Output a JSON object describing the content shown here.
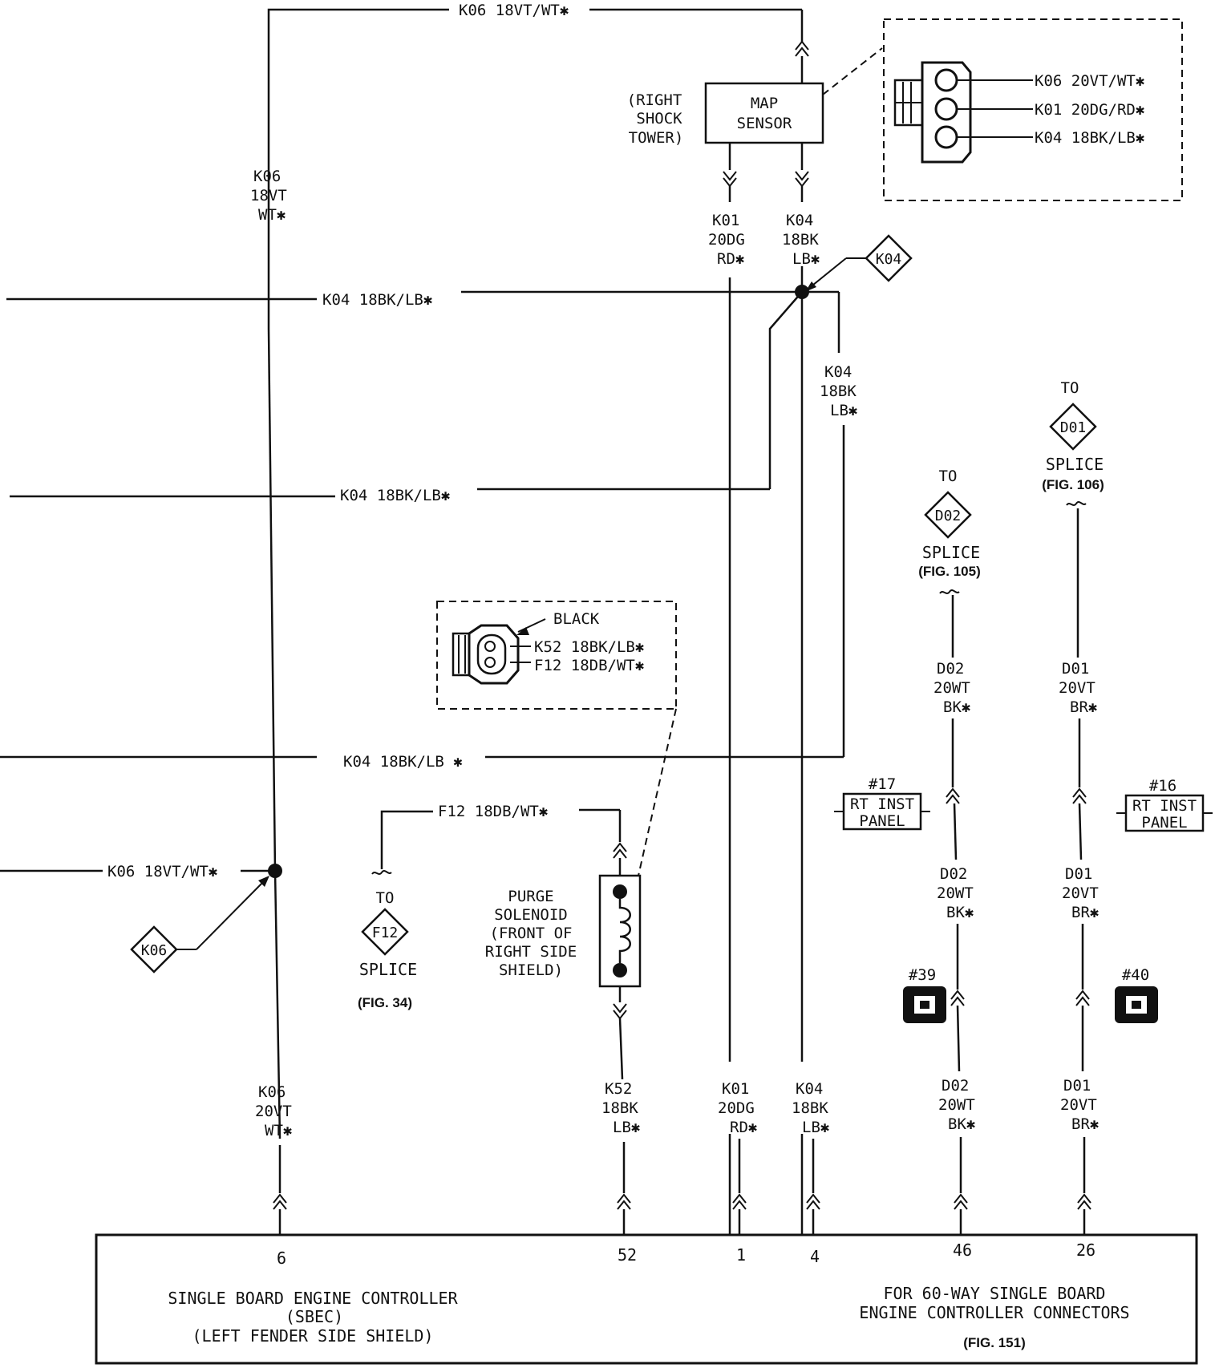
{
  "wires": {
    "k06_top": "K06 18VT/WT✱",
    "k06_left_vert": [
      "K06",
      "18VT",
      "WT✱"
    ],
    "k04_row1": "K04 18BK/LB✱",
    "k04_row2": "K04 18BK/LB✱",
    "k04_row3": "K04 18BK/LB ✱",
    "k06_row4": "K06 18VT/WT✱",
    "f12": "F12 18DB/WT✱",
    "k01_upper": [
      "K01",
      "20DG",
      "RD✱"
    ],
    "k04_upper": [
      "K04",
      "18BK",
      "LB✱"
    ],
    "k04_right": [
      "K04",
      "18BK",
      "LB✱"
    ],
    "k06_lower": [
      "K06",
      "20VT",
      "WT✱"
    ],
    "k52_lower": [
      "K52",
      "18BK",
      "LB✱"
    ],
    "k01_lower": [
      "K01",
      "20DG",
      "RD✱"
    ],
    "k04_lower": [
      "K04",
      "18BK",
      "LB✱"
    ],
    "d02_a": [
      "D02",
      "20WT",
      "BK✱"
    ],
    "d02_b": [
      "D02",
      "20WT",
      "BK✱"
    ],
    "d02_c": [
      "D02",
      "20WT",
      "BK✱"
    ],
    "d01_a": [
      "D01",
      "20VT",
      "BR✱"
    ],
    "d01_b": [
      "D01",
      "20VT",
      "BR✱"
    ],
    "d01_c": [
      "D01",
      "20VT",
      "BR✱"
    ]
  },
  "map_sensor": {
    "name": [
      "MAP",
      "SENSOR"
    ],
    "location": [
      "(RIGHT",
      "SHOCK",
      "TOWER)"
    ],
    "pins": [
      "K06 20VT/WT✱",
      "K01 20DG/RD✱",
      "K04 18BK/LB✱"
    ]
  },
  "purge_solenoid": {
    "name": [
      "PURGE",
      "SOLENOID"
    ],
    "location": [
      "(FRONT OF",
      "RIGHT SIDE",
      "SHIELD)"
    ],
    "connector_color": "BLACK",
    "pins": [
      "K52 18BK/LB✱",
      "F12 18DB/WT✱"
    ]
  },
  "splices": {
    "k04": "K04",
    "k06": "K06",
    "f12": {
      "to": "TO",
      "id": "F12",
      "label": "SPLICE",
      "fig": "(FIG. 34)"
    },
    "d02": {
      "to": "TO",
      "id": "D02",
      "label": "SPLICE",
      "fig": "(FIG. 105)"
    },
    "d01": {
      "to": "TO",
      "id": "D01",
      "label": "SPLICE",
      "fig": "(FIG. 106)"
    }
  },
  "inline_connectors": {
    "c17": {
      "num": "#17",
      "label": [
        "RT INST",
        "PANEL"
      ]
    },
    "c16": {
      "num": "#16",
      "label": [
        "RT INST",
        "PANEL"
      ]
    },
    "c39": "#39",
    "c40": "#40"
  },
  "controller": {
    "pins": [
      "6",
      "52",
      "1",
      "4",
      "46",
      "26"
    ],
    "name": [
      "SINGLE BOARD ENGINE CONTROLLER",
      "(SBEC)",
      "(LEFT FENDER SIDE SHIELD)"
    ],
    "note": [
      "FOR 60-WAY SINGLE BOARD",
      "ENGINE CONTROLLER CONNECTORS"
    ],
    "fig": "(FIG. 151)"
  }
}
